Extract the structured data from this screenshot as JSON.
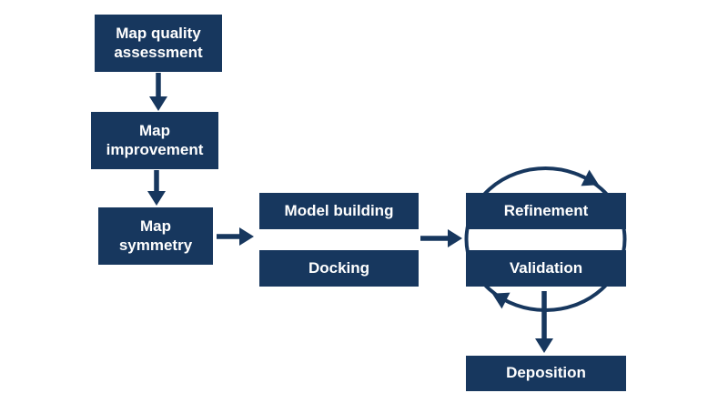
{
  "colors": {
    "box": "#17375e",
    "arrow": "#17375e",
    "text": "#ffffff",
    "background": "#ffffff"
  },
  "nodes": {
    "map_quality": {
      "label": "Map quality assessment"
    },
    "map_improvement": {
      "label": "Map improvement"
    },
    "map_symmetry": {
      "label": "Map symmetry"
    },
    "model_building": {
      "label": "Model building"
    },
    "docking": {
      "label": "Docking"
    },
    "refinement": {
      "label": "Refinement"
    },
    "validation": {
      "label": "Validation"
    },
    "deposition": {
      "label": "Deposition"
    }
  },
  "edges": [
    {
      "from": "map_quality",
      "to": "map_improvement",
      "style": "arrow"
    },
    {
      "from": "map_improvement",
      "to": "map_symmetry",
      "style": "arrow"
    },
    {
      "from": "map_symmetry",
      "to": "model_building_docking",
      "style": "arrow"
    },
    {
      "from": "model_building_docking",
      "to": "refinement_validation",
      "style": "arrow"
    },
    {
      "from": "refinement",
      "to": "validation",
      "style": "cycle"
    },
    {
      "from": "refinement_validation",
      "to": "deposition",
      "style": "arrow"
    }
  ]
}
